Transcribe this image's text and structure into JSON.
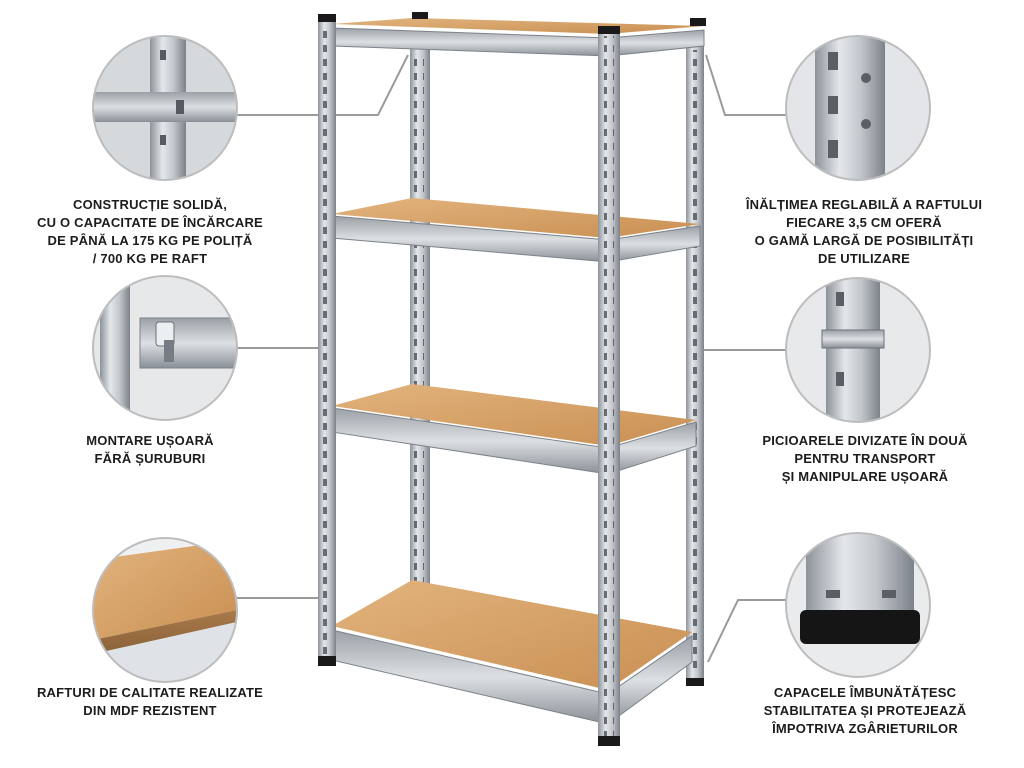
{
  "captions": {
    "construction": [
      "Construcție solidă,",
      "cu o capacitate de încărcare",
      "de până la 175 kg pe poliță",
      "/ 700 kg pe raft"
    ],
    "height": [
      "Înălțimea reglabilă a raftului",
      "fiecare 3,5 cm oferă",
      "o gamă largă de posibilități",
      "de utilizare"
    ],
    "mount": [
      "Montare ușoară",
      "fără șuruburi"
    ],
    "legs": [
      "Picioarele divizate în două",
      "pentru transport",
      "și manipulare ușoară"
    ],
    "mdf": [
      "Rafturi de calitate realizate",
      "din MDF rezistent"
    ],
    "caps": [
      "Capacele îmbunătățesc",
      "stabilitatea și protejează",
      "împotriva zgârieturilor"
    ]
  },
  "colors": {
    "steel": "#b9bdc2",
    "wood": "#d8a56b",
    "connector": "#9a9a9a",
    "text": "#1c1c1c"
  },
  "illustrations": [
    "steel-shelving-unit",
    "corner-joint-detail",
    "slot-pattern-detail",
    "boltless-hook-detail",
    "split-leg-detail",
    "mdf-board-detail",
    "rubber-cap-detail"
  ]
}
